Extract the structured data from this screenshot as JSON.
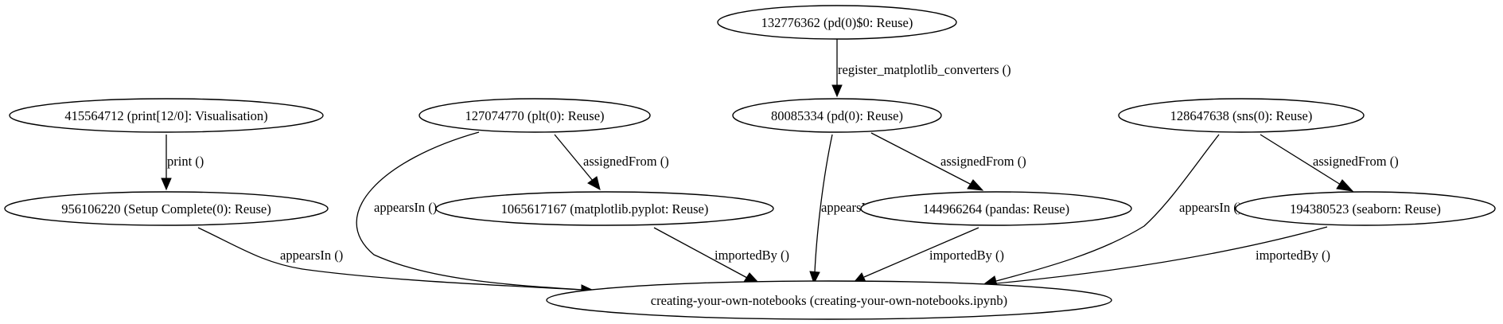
{
  "nodes": {
    "n132776362": "132776362 (pd(0)$0: Reuse)",
    "n415564712": "415564712 (print[12/0]: Visualisation)",
    "n127074770": "127074770 (plt(0): Reuse)",
    "n80085334": "80085334 (pd(0): Reuse)",
    "n128647638": "128647638 (sns(0): Reuse)",
    "n956106220": "956106220 (Setup Complete(0): Reuse)",
    "n1065617167": "1065617167 (matplotlib.pyplot: Reuse)",
    "n144966264": "144966264 (pandas: Reuse)",
    "n194380523": "194380523 (seaborn: Reuse)",
    "notebook": "creating-your-own-notebooks (creating-your-own-notebooks.ipynb)"
  },
  "edges": {
    "register": "register_matplotlib_converters ()",
    "print": "print ()",
    "plt_assigned": "assignedFrom ()",
    "pd_assigned": "assignedFrom ()",
    "sns_assigned": "assignedFrom ()",
    "setup_appears": "appearsIn ()",
    "plt_appears": "appearsIn ()",
    "pd_appears": "appearsIn ()",
    "sns_appears": "appearsIn ()",
    "matplotlib_imported": "importedBy ()",
    "pandas_imported": "importedBy ()",
    "seaborn_imported": "importedBy ()"
  }
}
